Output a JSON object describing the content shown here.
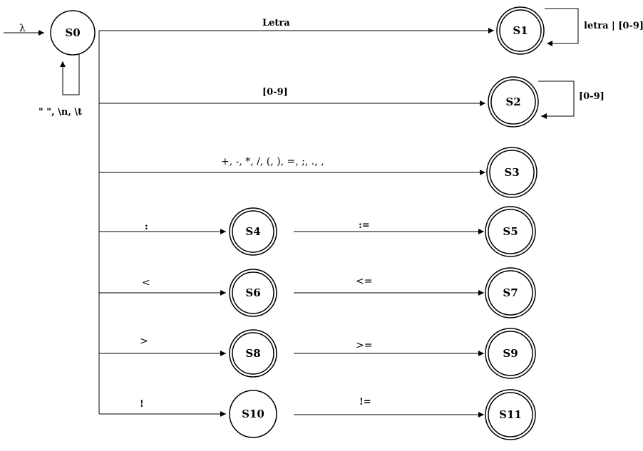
{
  "start": {
    "label": "λ"
  },
  "states": {
    "s0": "S0",
    "s1": "S1",
    "s2": "S2",
    "s3": "S3",
    "s4": "S4",
    "s5": "S5",
    "s6": "S6",
    "s7": "S7",
    "s8": "S8",
    "s9": "S9",
    "s10": "S10",
    "s11": "S11"
  },
  "transitions": {
    "s0_self": "\" \",  \\n, \\t",
    "s0_s1": "Letra",
    "s1_self": "letra | [0-9]",
    "s0_s2": "[0-9]",
    "s2_self": "[0-9]",
    "s0_s3": "+, -, *, /, (, ), =, ;, ., ,",
    "s0_s4": ":",
    "s4_s5": ":=",
    "s0_s6": "<",
    "s6_s7": "<=",
    "s0_s8": ">",
    "s8_s9": ">=",
    "s0_s10": "!",
    "s10_s11": "!="
  }
}
